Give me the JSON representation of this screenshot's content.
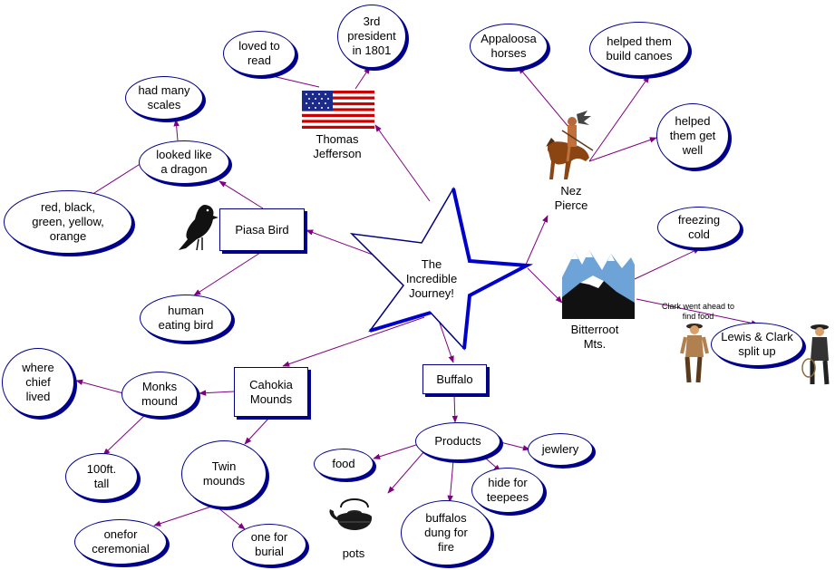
{
  "colors": {
    "link": "#800080",
    "node_border": "#00008b",
    "star_fill": "#ffffff"
  },
  "center": {
    "label": "The\nIncredible\nJourney!"
  },
  "nodes": [
    {
      "id": "piasa",
      "label": "Piasa Bird",
      "shape": "rect"
    },
    {
      "id": "cahokia",
      "label": "Cahokia\nMounds",
      "shape": "rect"
    },
    {
      "id": "buffalo",
      "label": "Buffalo",
      "shape": "rect"
    },
    {
      "id": "jefferson",
      "label": "Thomas\nJefferson",
      "shape": "plain"
    },
    {
      "id": "nez",
      "label": "Nez\nPierce",
      "shape": "plain"
    },
    {
      "id": "bitter",
      "label": "Bitterroot\nMts.",
      "shape": "plain"
    },
    {
      "id": "loved",
      "label": "loved to\nread",
      "shape": "oval"
    },
    {
      "id": "third",
      "label": "3rd\npresident\nin 1801",
      "shape": "oval"
    },
    {
      "id": "appaloosa",
      "label": "Appaloosa\nhorses",
      "shape": "oval"
    },
    {
      "id": "canoes",
      "label": "helped them\nbuild canoes",
      "shape": "oval"
    },
    {
      "id": "well",
      "label": "helped\nthem get\nwell",
      "shape": "oval"
    },
    {
      "id": "scales",
      "label": "had many\nscales",
      "shape": "oval"
    },
    {
      "id": "dragon",
      "label": "looked like\na dragon",
      "shape": "oval"
    },
    {
      "id": "colors",
      "label": "red, black,\ngreen, yellow,\norange",
      "shape": "oval"
    },
    {
      "id": "human",
      "label": "human\neating bird",
      "shape": "oval"
    },
    {
      "id": "freezing",
      "label": "freezing\ncold",
      "shape": "oval"
    },
    {
      "id": "split",
      "label": "Lewis & Clark\nsplit up",
      "shape": "oval"
    },
    {
      "id": "monks",
      "label": "Monks\nmound",
      "shape": "oval"
    },
    {
      "id": "chief",
      "label": "where\nchief\nlived",
      "shape": "oval"
    },
    {
      "id": "tall",
      "label": "100ft.\ntall",
      "shape": "oval"
    },
    {
      "id": "twin",
      "label": "Twin\nmounds",
      "shape": "oval"
    },
    {
      "id": "ceremonial",
      "label": "onefor\nceremonial",
      "shape": "oval"
    },
    {
      "id": "burial",
      "label": "one for\nburial",
      "shape": "oval"
    },
    {
      "id": "products",
      "label": "Products",
      "shape": "oval"
    },
    {
      "id": "food",
      "label": "food",
      "shape": "oval"
    },
    {
      "id": "jewlery",
      "label": "jewlery",
      "shape": "oval"
    },
    {
      "id": "hide",
      "label": "hide for\nteepees",
      "shape": "oval"
    },
    {
      "id": "dung",
      "label": "buffalos\ndung for\nfire",
      "shape": "oval"
    },
    {
      "id": "pots",
      "label": "pots",
      "shape": "plain"
    },
    {
      "id": "clark_food",
      "label": "Clark went ahead to\nfind food",
      "shape": "plain"
    }
  ],
  "links": [
    [
      "center",
      "jefferson"
    ],
    [
      "center",
      "nez"
    ],
    [
      "center",
      "bitter"
    ],
    [
      "center",
      "piasa"
    ],
    [
      "center",
      "cahokia"
    ],
    [
      "center",
      "buffalo"
    ],
    [
      "jefferson",
      "loved"
    ],
    [
      "jefferson",
      "third"
    ],
    [
      "nez",
      "appaloosa"
    ],
    [
      "nez",
      "canoes"
    ],
    [
      "nez",
      "well"
    ],
    [
      "piasa",
      "dragon"
    ],
    [
      "piasa",
      "human"
    ],
    [
      "dragon",
      "scales"
    ],
    [
      "dragon",
      "colors"
    ],
    [
      "bitter",
      "freezing"
    ],
    [
      "bitter",
      "split"
    ],
    [
      "cahokia",
      "monks"
    ],
    [
      "cahokia",
      "twin"
    ],
    [
      "monks",
      "chief"
    ],
    [
      "monks",
      "tall"
    ],
    [
      "twin",
      "ceremonial"
    ],
    [
      "twin",
      "burial"
    ],
    [
      "buffalo",
      "products"
    ],
    [
      "products",
      "food"
    ],
    [
      "products",
      "jewlery"
    ],
    [
      "products",
      "hide"
    ],
    [
      "products",
      "dung"
    ],
    [
      "products",
      "pots"
    ]
  ],
  "pictures": {
    "flag": "us-flag-icon",
    "rider": "native-rider-icon",
    "mountain": "snowy-mountain-icon",
    "bird": "black-bird-icon",
    "kettle": "teapot-icon",
    "explorer1": "explorer-icon",
    "explorer2": "explorer-lasso-icon"
  }
}
